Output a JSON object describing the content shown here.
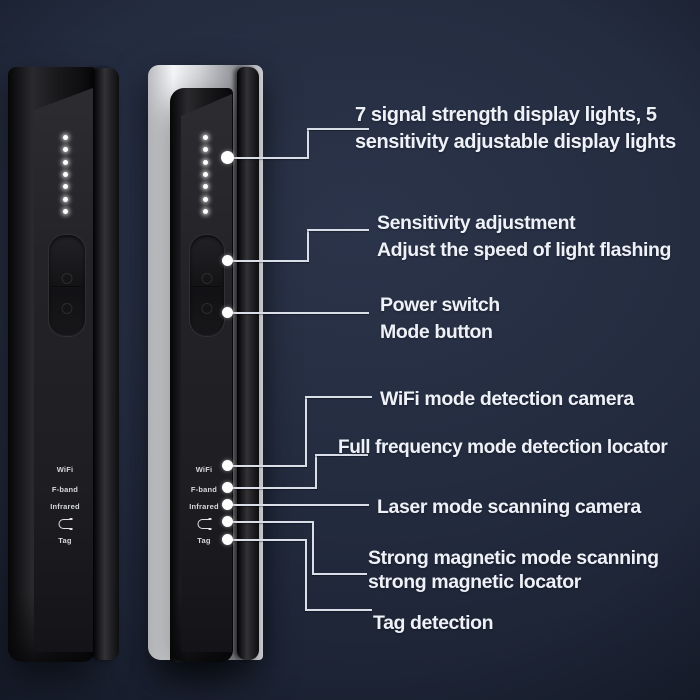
{
  "annotations": {
    "signal_lights": {
      "line1": "7 signal strength display lights, 5",
      "line2": "sensitivity adjustable display lights"
    },
    "sensitivity": {
      "line1": "Sensitivity adjustment",
      "line2": "Adjust the speed of light flashing"
    },
    "power": {
      "line1": "Power switch",
      "line2": "Mode button"
    },
    "wifi_mode": {
      "text": "WiFi mode detection camera"
    },
    "full_frequency_mode": {
      "text": "Full frequency mode detection locator"
    },
    "laser_mode": {
      "text": "Laser mode scanning camera"
    },
    "magnetic_mode": {
      "line1": "Strong magnetic mode scanning",
      "line2": "strong magnetic locator"
    },
    "tag_detection": {
      "text": "Tag detection"
    }
  },
  "device_panel_labels": {
    "wifi": "WiFi",
    "f_band": "F-band",
    "infrared": "Infrared",
    "tag": "Tag"
  },
  "led": {
    "count": 7
  },
  "colors": {
    "background": "#212a3c",
    "annotation_text": "#eef1f7",
    "callout_line": "#d9dee9",
    "led_dot": "#ffffff",
    "device_black": "#131316",
    "device_silver": "#d9dadd"
  }
}
